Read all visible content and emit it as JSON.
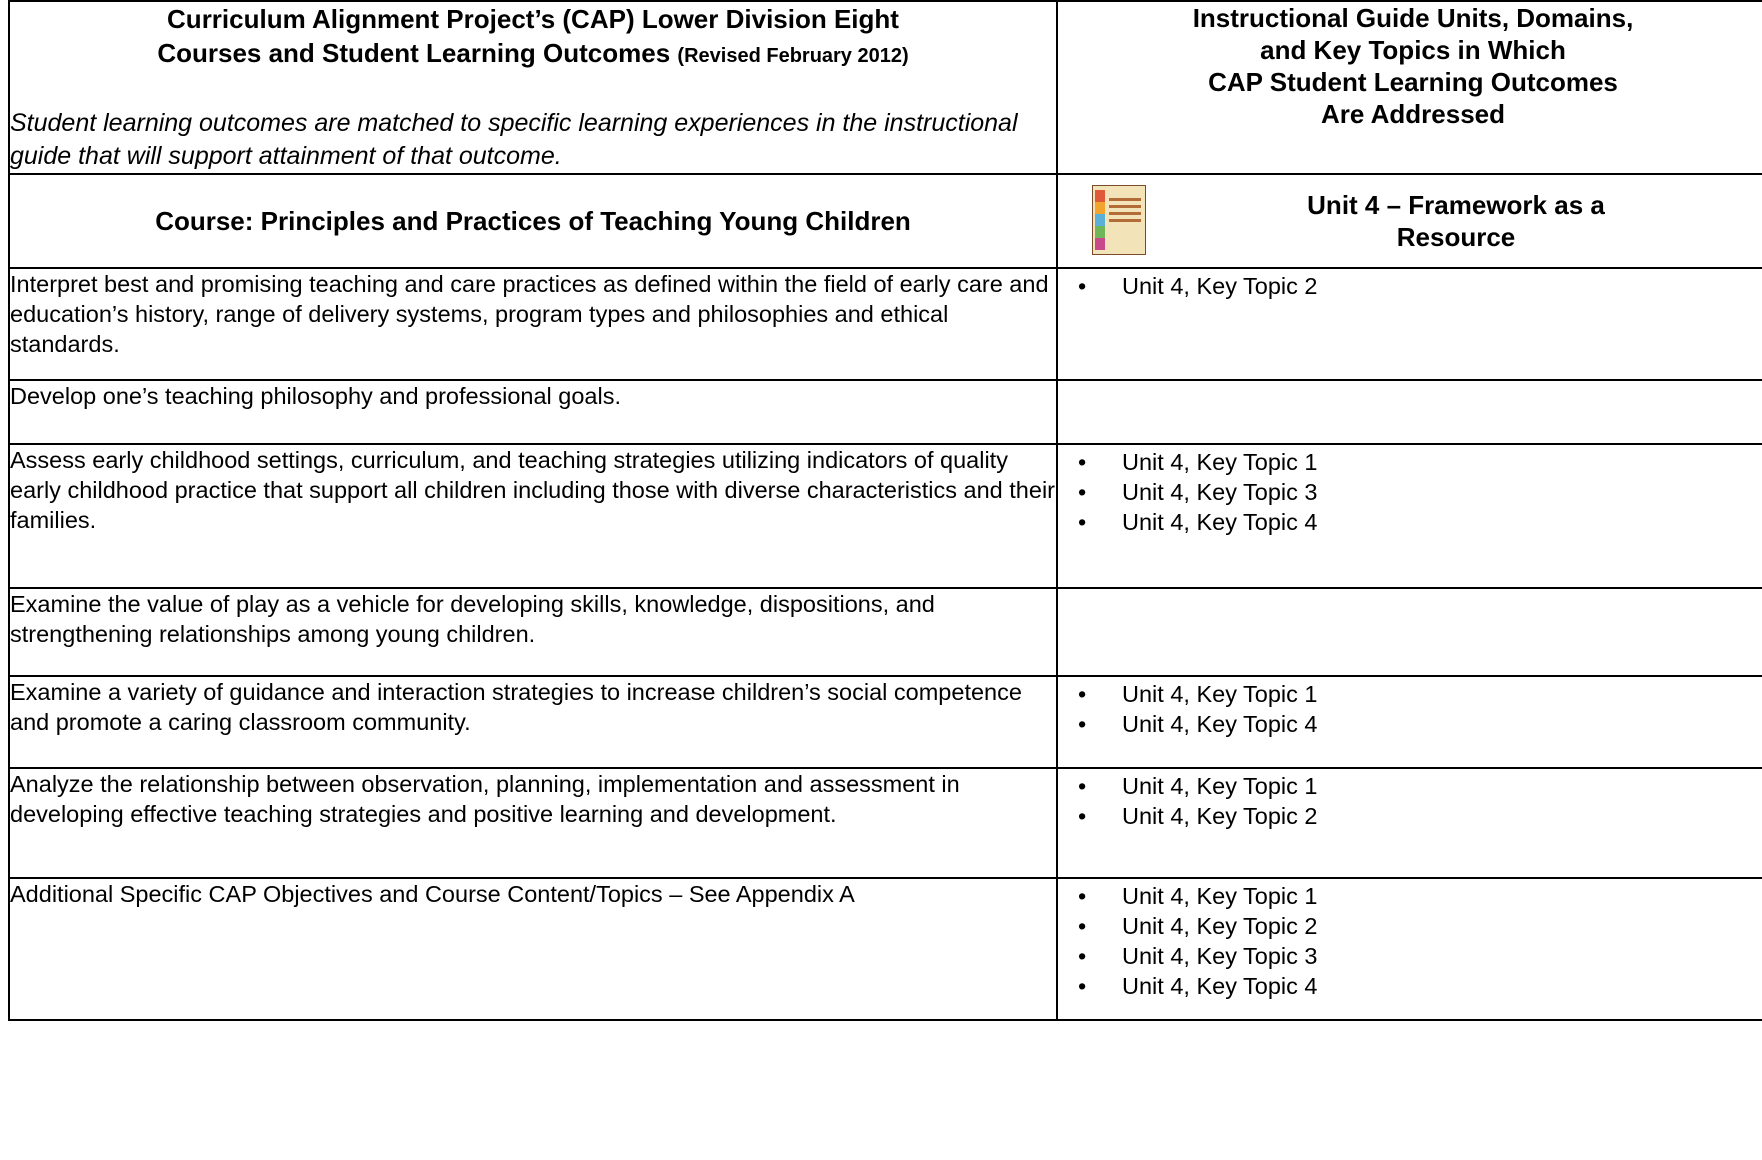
{
  "header": {
    "left_title_line1": "Curriculum Alignment Project’s (CAP) Lower Division Eight",
    "left_title_line2": "Courses and Student Learning Outcomes",
    "left_title_revised": "(Revised February 2012)",
    "left_note": "Student learning outcomes are matched to specific learning experiences in the instructional guide that will support attainment of that outcome.",
    "right_title_lines": [
      "Instructional Guide Units, Domains,",
      "and Key Topics in Which",
      "CAP Student Learning Outcomes",
      "Are Addressed"
    ]
  },
  "course": {
    "title": "Course:  Principles and Practices of Teaching Young Children",
    "unit_title_line1": "Unit 4 – Framework as a",
    "unit_title_line2": "Resource",
    "unit_icon": "framework-book-cover-icon"
  },
  "rows": [
    {
      "outcome": "Interpret best and promising teaching and care practices as defined within the field of early care and education’s history, range of delivery systems, program types and philosophies and ethical standards.",
      "topics": [
        "Unit 4, Key Topic 2"
      ]
    },
    {
      "outcome": "Develop one’s teaching philosophy and professional goals.",
      "topics": []
    },
    {
      "outcome": "Assess early childhood settings, curriculum, and teaching strategies utilizing indicators of quality early childhood practice that support all children including those with diverse characteristics and their families.",
      "topics": [
        "Unit 4, Key Topic 1",
        "Unit 4, Key Topic 3",
        "Unit 4, Key Topic 4"
      ]
    },
    {
      "outcome": "Examine the value of play as a vehicle for developing skills, knowledge, dispositions, and strengthening relationships among young children.",
      "topics": []
    },
    {
      "outcome": "Examine a variety of guidance and interaction strategies to increase children’s social competence and promote a caring classroom community.",
      "topics": [
        "Unit 4, Key Topic 1",
        "Unit 4, Key Topic 4"
      ]
    },
    {
      "outcome": "Analyze the relationship between observation, planning, implementation and assessment in developing effective teaching strategies and positive learning and development.",
      "topics": [
        "Unit 4, Key Topic 1",
        "Unit 4, Key Topic 2"
      ]
    },
    {
      "outcome": "Additional Specific CAP Objectives and Course Content/Topics – See Appendix A",
      "topics": [
        "Unit 4, Key Topic 1",
        "Unit 4, Key Topic 2",
        "Unit 4, Key Topic 3",
        "Unit 4, Key Topic 4"
      ]
    }
  ]
}
